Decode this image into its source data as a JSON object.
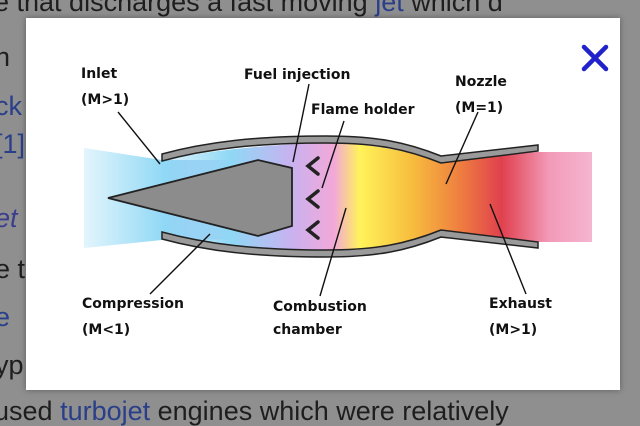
{
  "background": {
    "top_line": {
      "before": "e that discharges a fast moving ",
      "link": "jet",
      "after": " which d"
    },
    "left_fragments": [
      "n",
      "ck",
      "[1]",
      "et",
      "e t",
      "e",
      "yp"
    ],
    "bottom_line": {
      "before": "used ",
      "link": "turbojet",
      "after": " engines which were relatively"
    }
  },
  "dialog": {
    "close_label": "✕",
    "diagram": {
      "labels": {
        "inlet": "Inlet",
        "inlet_mach": "(M>1)",
        "fuel_injection": "Fuel injection",
        "flame_holder": "Flame holder",
        "nozzle": "Nozzle",
        "nozzle_mach": "(M=1)",
        "compression": "Compression",
        "compression_mach": "(M<1)",
        "combustion": "Combustion",
        "chamber": "chamber",
        "exhaust": "Exhaust",
        "exhaust_mach": "(M>1)"
      },
      "colors": {
        "inlet_flow": "#8fd8f5",
        "compression": "#c8b2f0",
        "fuel_zone": "#fff35a",
        "combustion": "#f5a83a",
        "nozzle_throat": "#e0404e",
        "exhaust_flow": "#f5b6d0",
        "spike": "#8c8c8c",
        "close_icon": "#2222cc"
      }
    }
  }
}
